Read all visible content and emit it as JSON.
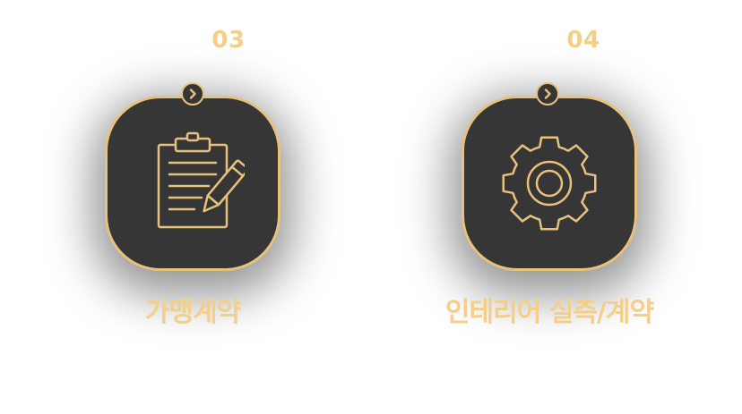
{
  "colors": {
    "accent": "#e8c27d",
    "text": "#f3cf8a",
    "card": "#363636"
  },
  "steps": [
    {
      "number": "03",
      "label": "가맹계약",
      "icon": "clipboard-pencil-icon"
    },
    {
      "number": "04",
      "label": "인테리어 실측/계약",
      "icon": "gear-icon"
    }
  ]
}
